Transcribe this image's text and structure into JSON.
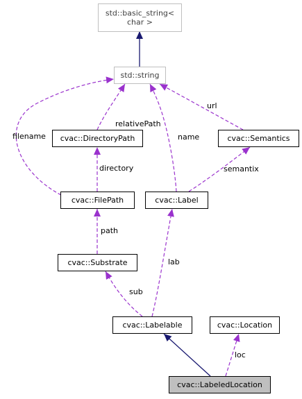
{
  "colors": {
    "inheritance": "#191970",
    "usage": "#9a32cd",
    "node_border": "#000000",
    "node_border_external": "#bfbfbf",
    "external_text": "#404040",
    "focus_fill": "#bfbfbf",
    "node_fill": "#ffffff",
    "text": "#000000"
  },
  "nodes": [
    {
      "id": "basic_string",
      "lines": [
        "std::basic_string<",
        "char >"
      ],
      "style": "external"
    },
    {
      "id": "string",
      "lines": [
        "std::string"
      ],
      "style": "external"
    },
    {
      "id": "directory_path",
      "lines": [
        "cvac::DirectoryPath"
      ],
      "style": "normal"
    },
    {
      "id": "semantics",
      "lines": [
        "cvac::Semantics"
      ],
      "style": "normal"
    },
    {
      "id": "file_path",
      "lines": [
        "cvac::FilePath"
      ],
      "style": "normal"
    },
    {
      "id": "label",
      "lines": [
        "cvac::Label"
      ],
      "style": "normal"
    },
    {
      "id": "substrate",
      "lines": [
        "cvac::Substrate"
      ],
      "style": "normal"
    },
    {
      "id": "labelable",
      "lines": [
        "cvac::Labelable"
      ],
      "style": "normal"
    },
    {
      "id": "location",
      "lines": [
        "cvac::Location"
      ],
      "style": "normal"
    },
    {
      "id": "labeled_location",
      "lines": [
        "cvac::LabeledLocation"
      ],
      "style": "focus"
    }
  ],
  "edges": [
    {
      "id": "string-inherits-basic-string",
      "from": "string",
      "to": "basic_string",
      "kind": "inheritance",
      "label": ""
    },
    {
      "id": "directory-path-relative-path",
      "from": "directory_path",
      "to": "string",
      "kind": "usage",
      "label": "relativePath"
    },
    {
      "id": "file-path-filename",
      "from": "file_path",
      "to": "string",
      "kind": "usage",
      "label": "filename"
    },
    {
      "id": "label-name",
      "from": "label",
      "to": "string",
      "kind": "usage",
      "label": "name"
    },
    {
      "id": "semantics-url",
      "from": "semantics",
      "to": "string",
      "kind": "usage",
      "label": "url"
    },
    {
      "id": "file-path-directory",
      "from": "file_path",
      "to": "directory_path",
      "kind": "usage",
      "label": "directory"
    },
    {
      "id": "label-semantix",
      "from": "label",
      "to": "semantics",
      "kind": "usage",
      "label": "semantix"
    },
    {
      "id": "substrate-path",
      "from": "substrate",
      "to": "file_path",
      "kind": "usage",
      "label": "path"
    },
    {
      "id": "labelable-sub",
      "from": "labelable",
      "to": "substrate",
      "kind": "usage",
      "label": "sub"
    },
    {
      "id": "labelable-lab",
      "from": "labelable",
      "to": "label",
      "kind": "usage",
      "label": "lab"
    },
    {
      "id": "labeled-location-inherits-labelable",
      "from": "labeled_location",
      "to": "labelable",
      "kind": "inheritance",
      "label": ""
    },
    {
      "id": "labeled-location-loc",
      "from": "labeled_location",
      "to": "location",
      "kind": "usage",
      "label": "loc"
    }
  ]
}
